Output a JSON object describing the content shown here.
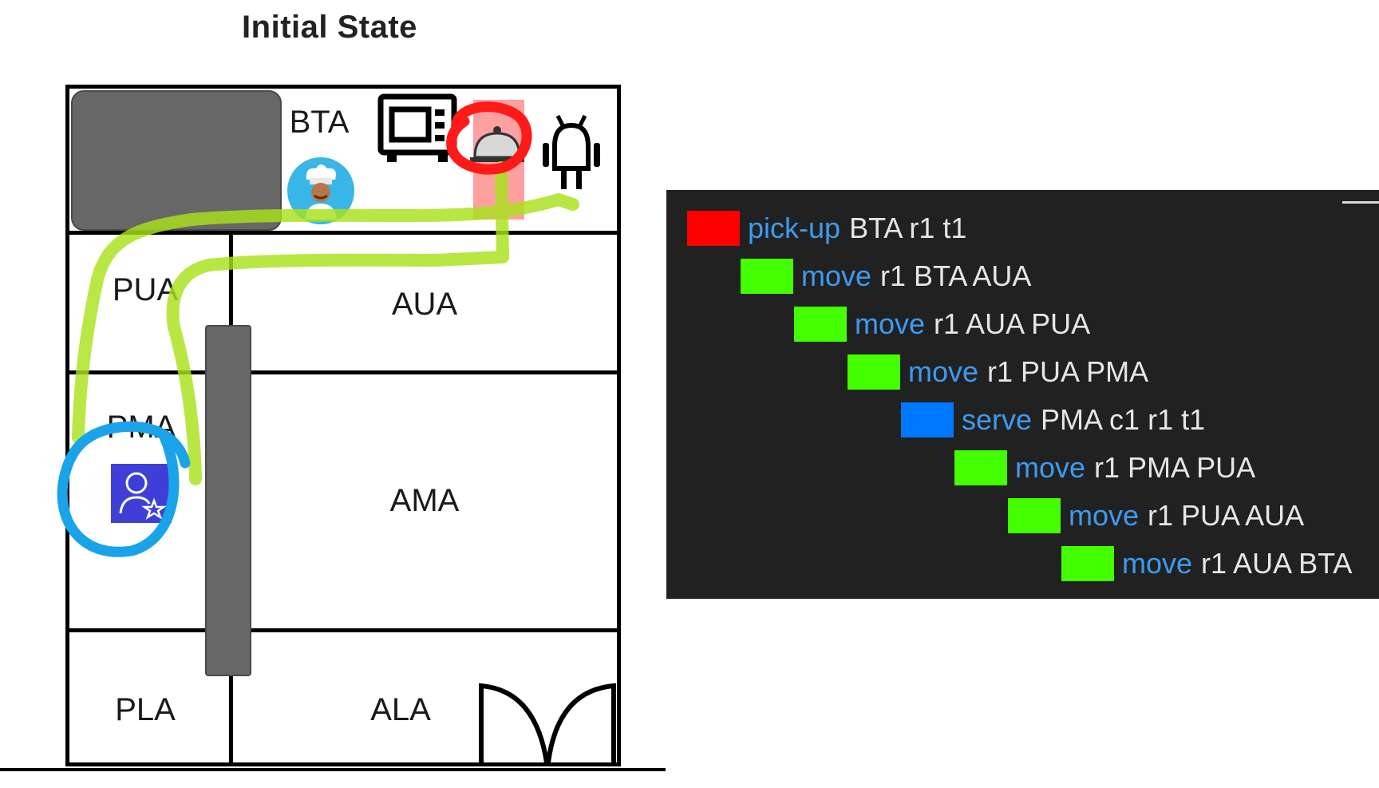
{
  "diagram": {
    "title": "Initial State",
    "zones": {
      "bta": "BTA",
      "pua": "PUA",
      "aua": "AUA",
      "pma": "PMA",
      "ama": "AMA",
      "pla": "PLA",
      "ala": "ALA"
    },
    "icons": [
      "chef-icon",
      "microwave-icon",
      "food-cloche-icon",
      "robot-icon",
      "customer-icon",
      "door-icon"
    ]
  },
  "plan": {
    "steps": [
      {
        "action": "pick-up",
        "args": "BTA r1 t1",
        "color": "#ff0000"
      },
      {
        "action": "move",
        "args": "r1 BTA AUA",
        "color": "#44ff00"
      },
      {
        "action": "move",
        "args": "r1 AUA PUA",
        "color": "#44ff00"
      },
      {
        "action": "move",
        "args": "r1 PUA PMA",
        "color": "#44ff00"
      },
      {
        "action": "serve",
        "args": "PMA c1 r1 t1",
        "color": "#0077ff"
      },
      {
        "action": "move",
        "args": "r1 PMA PUA",
        "color": "#44ff00"
      },
      {
        "action": "move",
        "args": "r1 PUA AUA",
        "color": "#44ff00"
      },
      {
        "action": "move",
        "args": "r1 AUA BTA",
        "color": "#44ff00"
      }
    ]
  },
  "colors": {
    "path_highlight": "#a9e21c",
    "pickup_circle": "#ff1a1a",
    "customer_circle": "#1aa3e8",
    "panel_bg": "#212121",
    "action_text": "#3d9bf0"
  }
}
